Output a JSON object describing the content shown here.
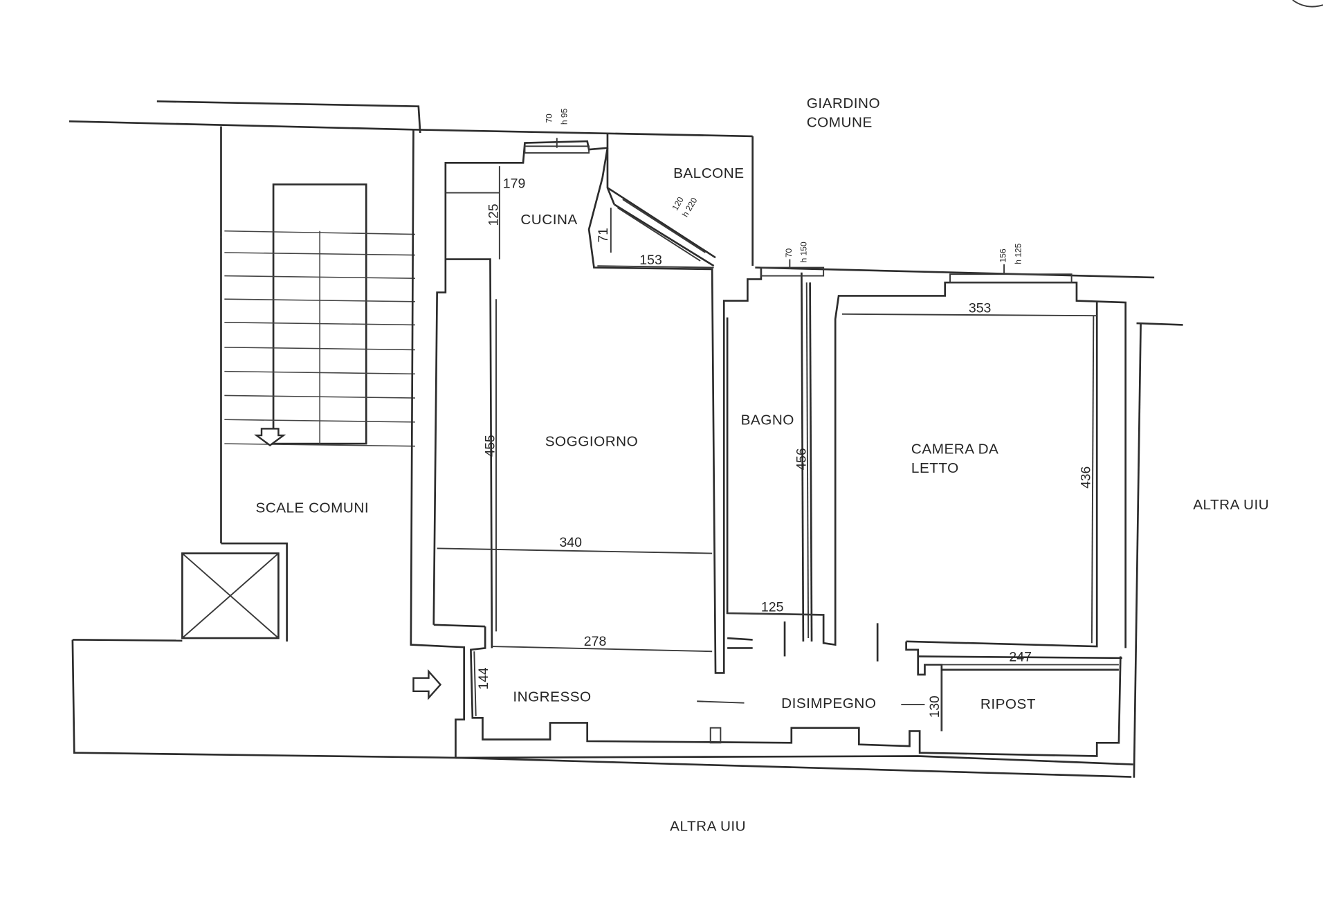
{
  "labels": {
    "giardino_1": "GIARDINO",
    "giardino_2": "COMUNE",
    "balcone": "BALCONE",
    "cucina": "CUCINA",
    "soggiorno": "SOGGIORNO",
    "bagno": "BAGNO",
    "camera_1": "CAMERA DA",
    "camera_2": "LETTO",
    "scale_comuni": "SCALE COMUNI",
    "altra_uiu_right": "ALTRA UIU",
    "altra_uiu_bottom": "ALTRA UIU",
    "ingresso": "INGRESSO",
    "disimpegno": "DISIMPEGNO",
    "ripost": "RIPOST"
  },
  "dimensions": {
    "cucina_width": "179",
    "cucina_height": "125",
    "balcone_len": "153",
    "balcone_side": "71",
    "soggiorno_height": "455",
    "soggiorno_width": "340",
    "ingresso_width": "278",
    "ingresso_height": "144",
    "bagno_height": "456",
    "bagno_width": "125",
    "camera_width": "353",
    "camera_height": "436",
    "ripost_width": "247",
    "ripost_height": "130"
  },
  "windows": {
    "cucina_w": "70",
    "cucina_h": "h 95",
    "balcone_w": "120",
    "balcone_h": "h 220",
    "bagno_w": "70",
    "bagno_h": "h 150",
    "camera_w": "156",
    "camera_h": "h 125"
  }
}
